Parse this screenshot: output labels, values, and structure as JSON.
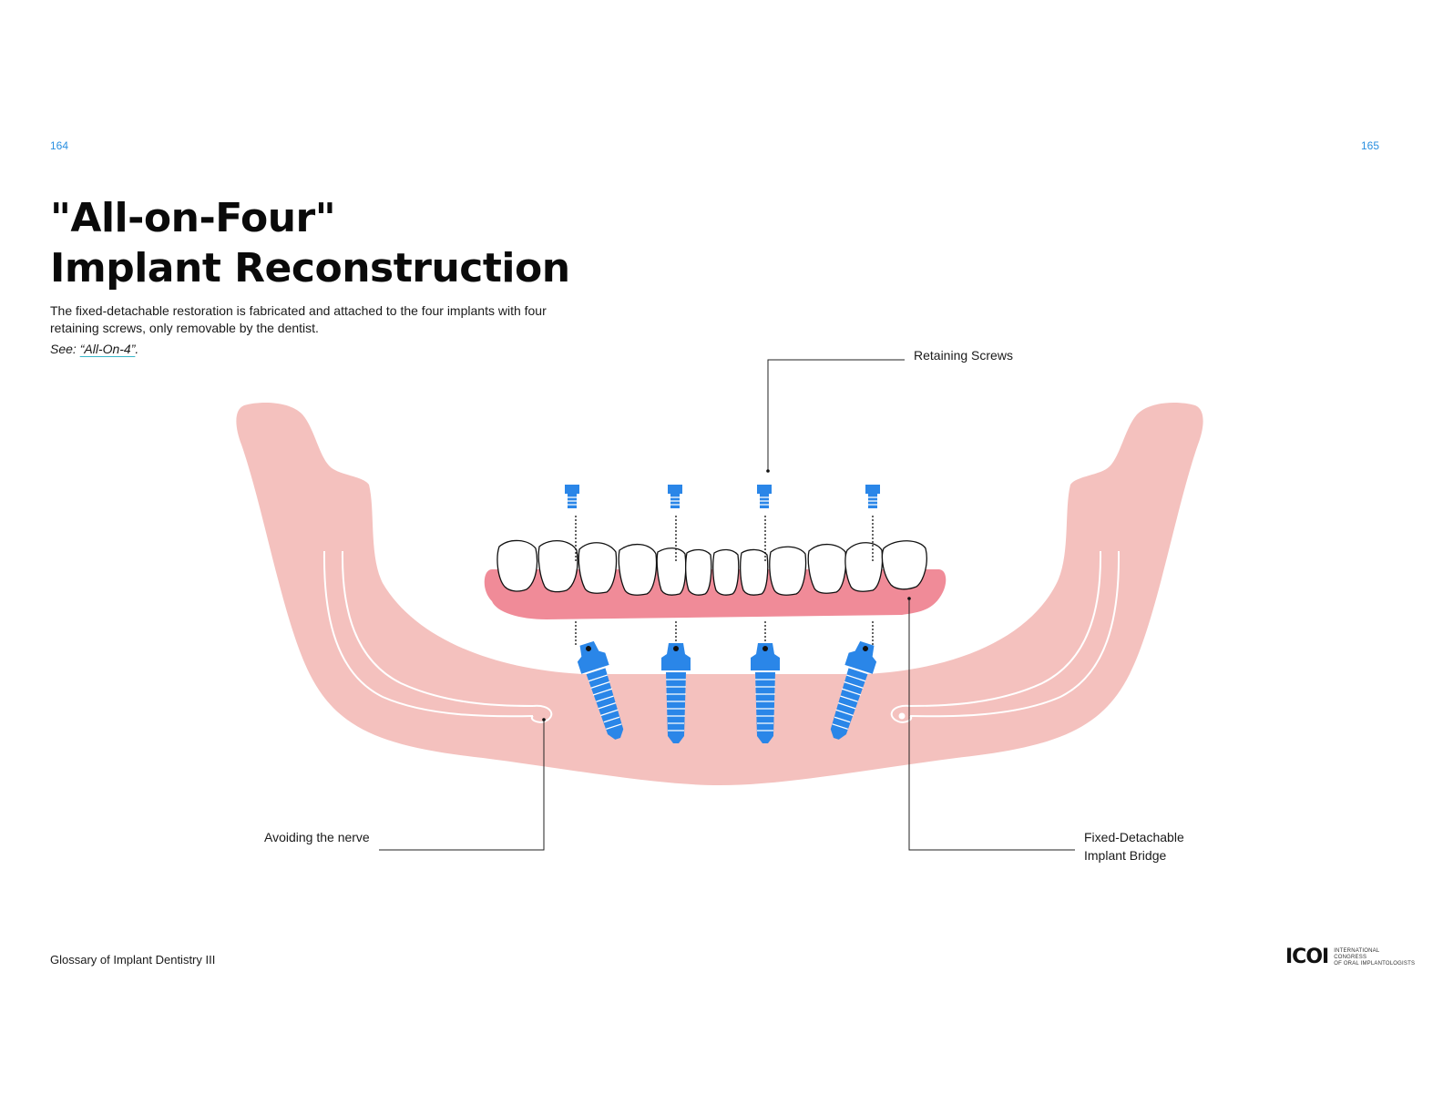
{
  "page": {
    "left_number": "164",
    "right_number": "165"
  },
  "title": {
    "line1": "\"All-on-Four\"",
    "line2": "Implant Reconstruction"
  },
  "description": "The fixed-detachable restoration is fabricated and attached to the four implants with four retaining screws, only removable by the dentist.",
  "see_also": {
    "prefix": "See: ",
    "link": "“All-On-4”",
    "suffix": "."
  },
  "labels": {
    "retaining_screws": "Retaining Screws",
    "avoiding_nerve": "Avoiding the nerve",
    "bridge_line1": "Fixed-Detachable",
    "bridge_line2": "Implant Bridge"
  },
  "footer": {
    "book_title": "Glossary of Implant Dentistry III",
    "logo_mark": "ICOI",
    "logo_line1": "INTERNATIONAL",
    "logo_line2": "CONGRESS",
    "logo_line3": "OF ORAL IMPLANTOLOGISTS"
  },
  "colors": {
    "jaw": "#f4c1be",
    "gum": "#f08b98",
    "implant": "#2a86e8",
    "accent": "#2a8fe0",
    "link_underline": "#38b6c8"
  }
}
